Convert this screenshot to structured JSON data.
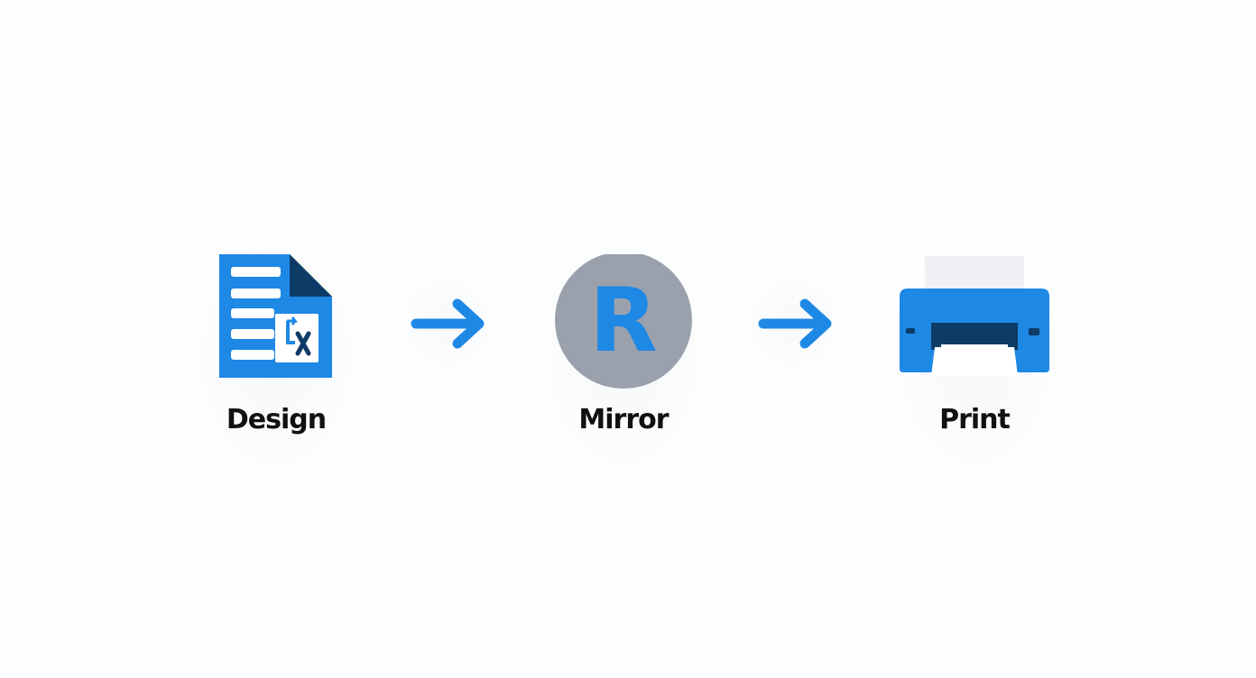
{
  "diagram": {
    "steps": [
      {
        "label": "Design",
        "icon": "document-icon"
      },
      {
        "label": "Mirror",
        "icon": "letter-r-circle-icon",
        "icon_letter": "R"
      },
      {
        "label": "Print",
        "icon": "printer-icon"
      }
    ],
    "connectors": [
      "arrow-right-icon",
      "arrow-right-icon"
    ],
    "colors": {
      "accent_blue": "#1E88E5",
      "dark_navy": "#0D3B66",
      "mirror_gray": "#9AA1AD",
      "paper_gray": "#EEF0F3",
      "label_text": "#111111"
    }
  }
}
